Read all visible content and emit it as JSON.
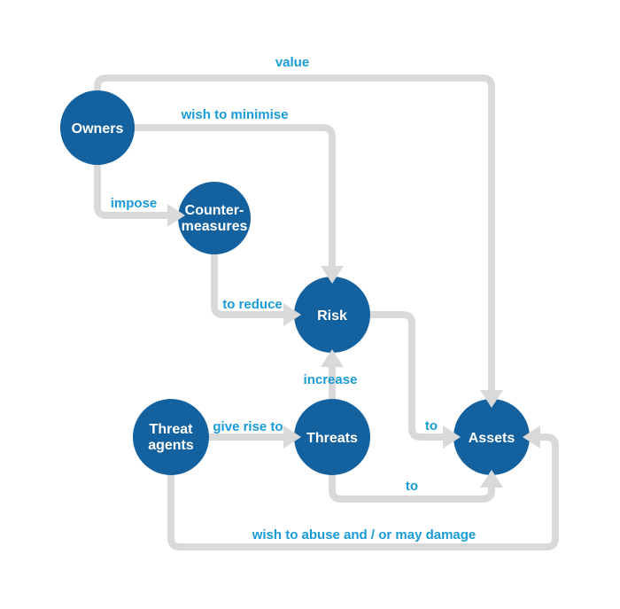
{
  "colors": {
    "node_fill": "#14619f",
    "node_text": "#ffffff",
    "edge_gray": "#d9d9d9",
    "label_blue": "#199bd7",
    "background": "#ffffff"
  },
  "nodes": {
    "owners": {
      "label": "Owners"
    },
    "countermeasures": {
      "line1": "Counter-",
      "line2": "measures"
    },
    "risk": {
      "label": "Risk"
    },
    "threat_agents": {
      "line1": "Threat",
      "line2": "agents"
    },
    "threats": {
      "label": "Threats"
    },
    "assets": {
      "label": "Assets"
    }
  },
  "edges": {
    "value": {
      "label": "value",
      "from": "Owners",
      "to": "Assets"
    },
    "wish_to_minimise": {
      "label": "wish to minimise",
      "from": "Owners",
      "to": "Risk"
    },
    "impose": {
      "label": "impose",
      "from": "Owners",
      "to": "Countermeasures"
    },
    "to_reduce": {
      "label": "to reduce",
      "from": "Countermeasures",
      "to": "Risk"
    },
    "increase": {
      "label": "increase",
      "from": "Threats",
      "to": "Risk"
    },
    "give_rise_to": {
      "label": "give rise to",
      "from": "Threat agents",
      "to": "Threats"
    },
    "risk_to_assets": {
      "label": "to",
      "from": "Risk",
      "to": "Assets"
    },
    "threats_to_assets": {
      "label": "to",
      "from": "Threats",
      "to": "Assets"
    },
    "wish_to_abuse": {
      "label": "wish to abuse and / or may damage",
      "from": "Threat agents",
      "to": "Assets"
    }
  }
}
